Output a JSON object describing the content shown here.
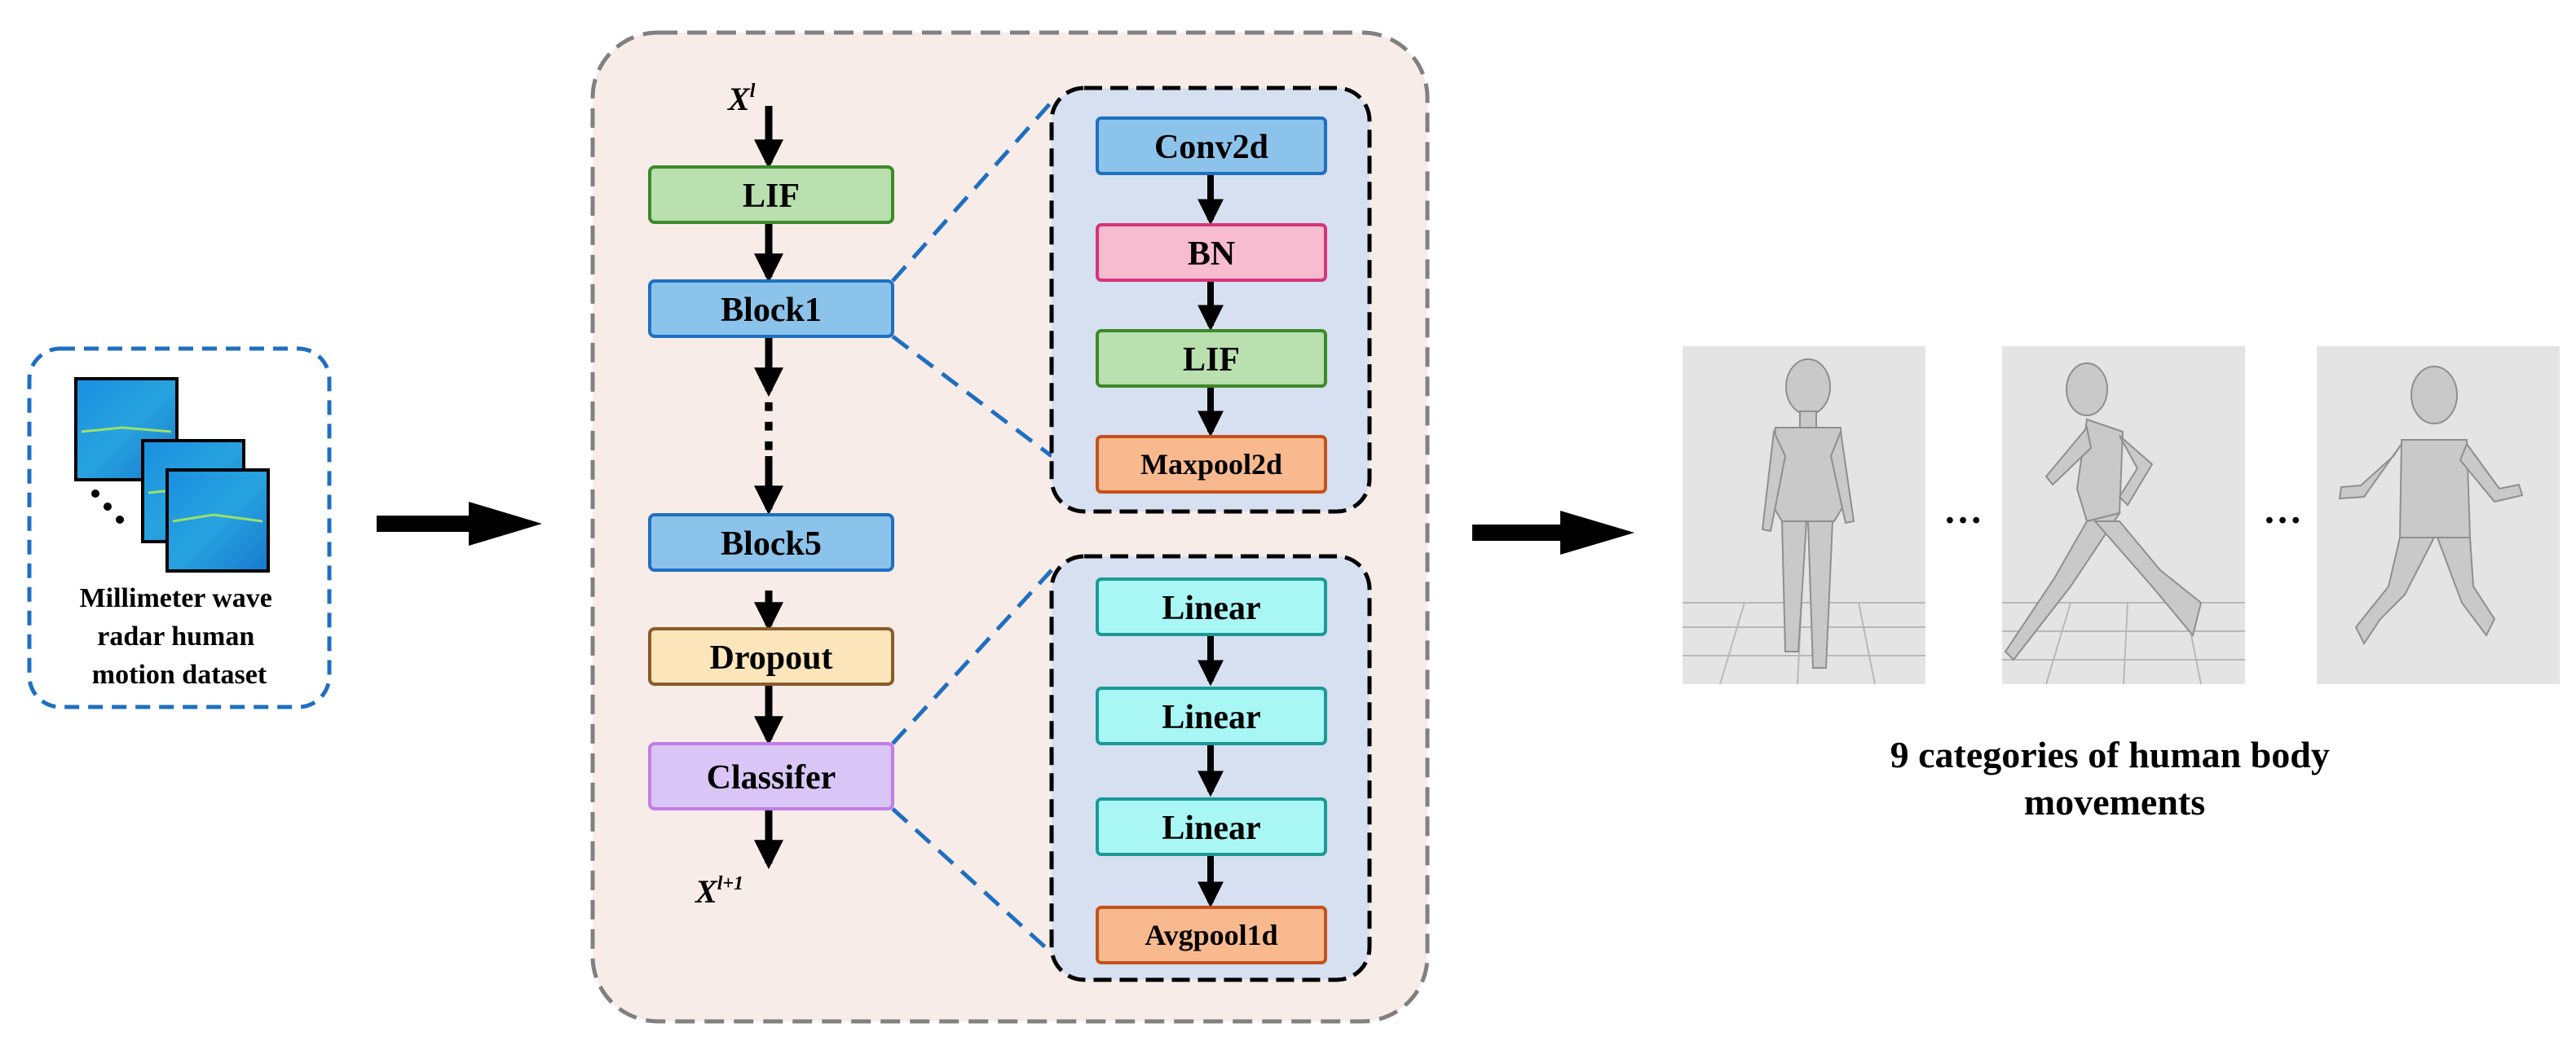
{
  "dataset": {
    "caption_lines": [
      "Millimeter wave",
      "radar human",
      "motion dataset"
    ]
  },
  "network": {
    "input_label": "X",
    "input_sup": "l",
    "output_label": "X",
    "output_sup": "l+1",
    "main_blocks": [
      {
        "label": "LIF",
        "color": "#b9e0ae"
      },
      {
        "label": "Block1",
        "color": "#8cc3ea"
      },
      {
        "label": "Block5",
        "color": "#8cc3ea"
      },
      {
        "label": "Dropout",
        "color": "#fde6bb"
      },
      {
        "label": "Classifer",
        "color": "#d9c6f7"
      }
    ],
    "ellipsis": "⋮",
    "block_detail": [
      {
        "label": "Conv2d",
        "color": "#8cc3ea"
      },
      {
        "label": "BN",
        "color": "#f7bcd0"
      },
      {
        "label": "LIF",
        "color": "#b9e0ae"
      },
      {
        "label": "Maxpool2d",
        "color": "#f9b98f"
      }
    ],
    "classifier_detail": [
      {
        "label": "Linear",
        "color": "#a9f7f5"
      },
      {
        "label": "Linear",
        "color": "#a9f7f5"
      },
      {
        "label": "Linear",
        "color": "#a9f7f5"
      },
      {
        "label": "Avgpool1d",
        "color": "#f9b98f"
      }
    ]
  },
  "output": {
    "ellipsis": "…",
    "caption_lines": [
      "9 categories of human body",
      "movements"
    ]
  },
  "colors": {
    "panel_fill": "#f8ece8",
    "detail_fill": "#d6e0f1",
    "accent_dash": "#1f6fc1"
  }
}
